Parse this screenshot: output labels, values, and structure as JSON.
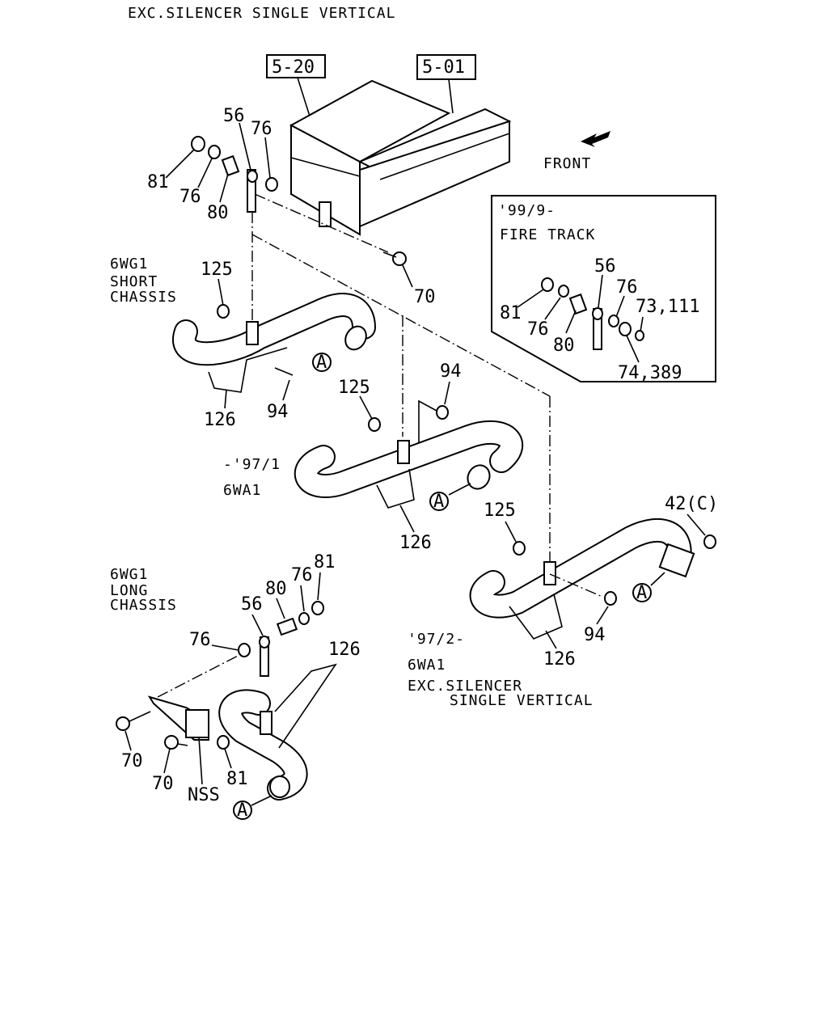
{
  "header": {
    "title": "EXC.SILENCER SINGLE VERTICAL"
  },
  "refs": {
    "r1": "5-20",
    "r2": "5-01"
  },
  "front": "FRONT",
  "inset": {
    "line1": "'99/9-",
    "line2": "FIRE TRACK"
  },
  "groups": {
    "short": [
      "6WG1",
      "SHORT",
      "CHASSIS"
    ],
    "early": [
      "-'97/1",
      "6WA1"
    ],
    "long": [
      "6WG1",
      "LONG",
      "CHASSIS"
    ],
    "late": [
      "'97/2-",
      "6WA1",
      "EXC.SILENCER",
      "SINGLE VERTICAL"
    ]
  },
  "callout_letter": "A",
  "labels": {
    "top_56": "56",
    "top_76a": "76",
    "top_81": "81",
    "top_76b": "76",
    "top_80": "80",
    "top_70": "70",
    "top_125": "125",
    "top_126": "126",
    "top_94": "94",
    "in_56": "56",
    "in_76a": "76",
    "in_73": "73,111",
    "in_81": "81",
    "in_76b": "76",
    "in_80": "80",
    "in_74": "74,389",
    "mid_125": "125",
    "mid_94": "94",
    "mid_126": "126",
    "r_125": "125",
    "r_42": "42(C)",
    "r_94": "94",
    "r_126": "126",
    "b_81": "81",
    "b_76a": "76",
    "b_80": "80",
    "b_56": "56",
    "b_76b": "76",
    "b_126": "126",
    "b_70a": "70",
    "b_70b": "70",
    "b_nss": "NSS",
    "b_81b": "81"
  }
}
